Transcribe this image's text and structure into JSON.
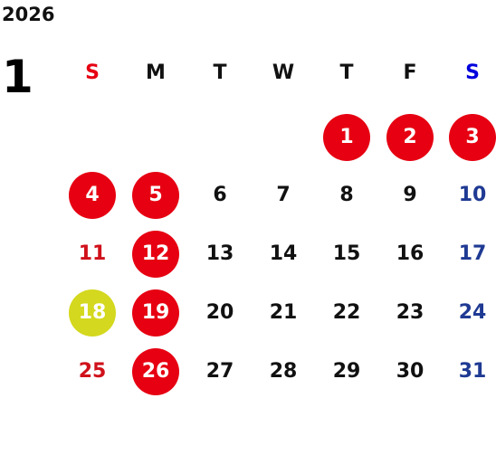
{
  "calendar": {
    "year": "2026",
    "month": "1",
    "weekdays": [
      {
        "label": "S",
        "color": "#e60012"
      },
      {
        "label": "M",
        "color": "#111111"
      },
      {
        "label": "T",
        "color": "#111111"
      },
      {
        "label": "W",
        "color": "#111111"
      },
      {
        "label": "T",
        "color": "#111111"
      },
      {
        "label": "F",
        "color": "#111111"
      },
      {
        "label": "S",
        "color": "#0000dd"
      }
    ],
    "colors": {
      "holiday_circle": "#e60012",
      "special_circle": "#d4d81e",
      "circle_text": "#ffffff",
      "sunday_text": "#d0111b",
      "saturday_text": "#1f3a93",
      "weekday_text": "#111111"
    },
    "days": [
      {
        "label": "1",
        "col": 4,
        "row": 0,
        "style": "holiday"
      },
      {
        "label": "2",
        "col": 5,
        "row": 0,
        "style": "holiday"
      },
      {
        "label": "3",
        "col": 6,
        "row": 0,
        "style": "holiday"
      },
      {
        "label": "4",
        "col": 0,
        "row": 1,
        "style": "holiday"
      },
      {
        "label": "5",
        "col": 1,
        "row": 1,
        "style": "holiday"
      },
      {
        "label": "6",
        "col": 2,
        "row": 1,
        "style": "weekday"
      },
      {
        "label": "7",
        "col": 3,
        "row": 1,
        "style": "weekday"
      },
      {
        "label": "8",
        "col": 4,
        "row": 1,
        "style": "weekday"
      },
      {
        "label": "9",
        "col": 5,
        "row": 1,
        "style": "weekday"
      },
      {
        "label": "10",
        "col": 6,
        "row": 1,
        "style": "saturday"
      },
      {
        "label": "11",
        "col": 0,
        "row": 2,
        "style": "sunday"
      },
      {
        "label": "12",
        "col": 1,
        "row": 2,
        "style": "holiday"
      },
      {
        "label": "13",
        "col": 2,
        "row": 2,
        "style": "weekday"
      },
      {
        "label": "14",
        "col": 3,
        "row": 2,
        "style": "weekday"
      },
      {
        "label": "15",
        "col": 4,
        "row": 2,
        "style": "weekday"
      },
      {
        "label": "16",
        "col": 5,
        "row": 2,
        "style": "weekday"
      },
      {
        "label": "17",
        "col": 6,
        "row": 2,
        "style": "saturday"
      },
      {
        "label": "18",
        "col": 0,
        "row": 3,
        "style": "special"
      },
      {
        "label": "19",
        "col": 1,
        "row": 3,
        "style": "holiday"
      },
      {
        "label": "20",
        "col": 2,
        "row": 3,
        "style": "weekday"
      },
      {
        "label": "21",
        "col": 3,
        "row": 3,
        "style": "weekday"
      },
      {
        "label": "22",
        "col": 4,
        "row": 3,
        "style": "weekday"
      },
      {
        "label": "23",
        "col": 5,
        "row": 3,
        "style": "weekday"
      },
      {
        "label": "24",
        "col": 6,
        "row": 3,
        "style": "saturday"
      },
      {
        "label": "25",
        "col": 0,
        "row": 4,
        "style": "sunday"
      },
      {
        "label": "26",
        "col": 1,
        "row": 4,
        "style": "holiday"
      },
      {
        "label": "27",
        "col": 2,
        "row": 4,
        "style": "weekday"
      },
      {
        "label": "28",
        "col": 3,
        "row": 4,
        "style": "weekday"
      },
      {
        "label": "29",
        "col": 4,
        "row": 4,
        "style": "weekday"
      },
      {
        "label": "30",
        "col": 5,
        "row": 4,
        "style": "weekday"
      },
      {
        "label": "31",
        "col": 6,
        "row": 4,
        "style": "saturday"
      }
    ]
  }
}
